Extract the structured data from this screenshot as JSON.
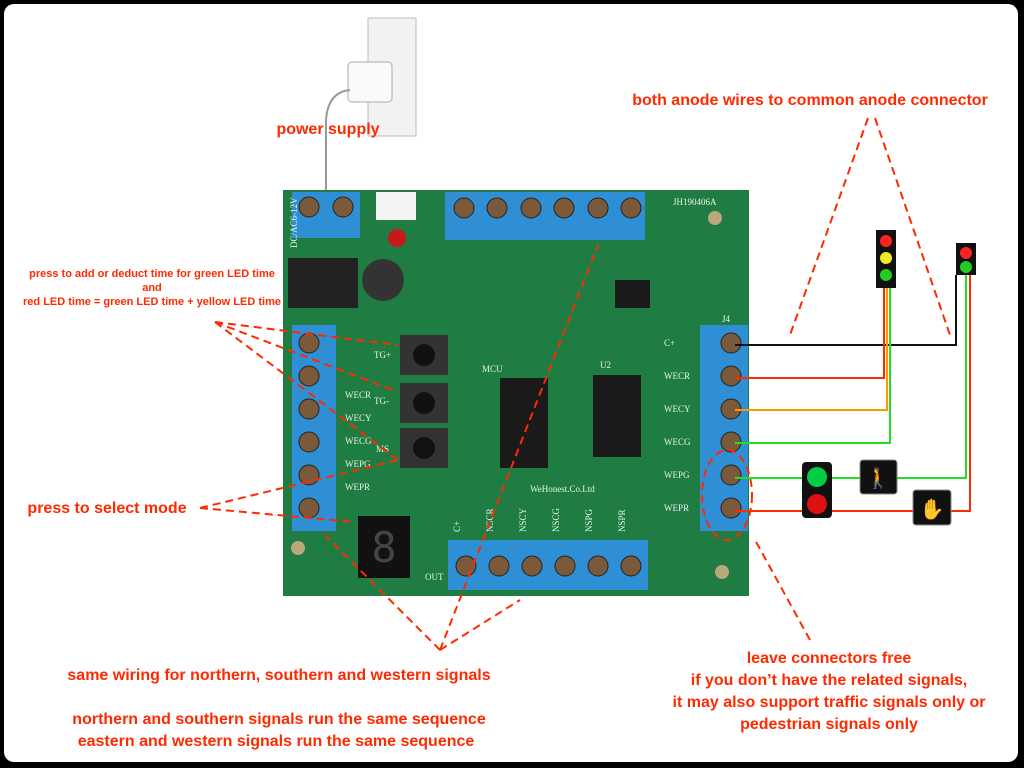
{
  "annotations": {
    "power_supply": "power supply",
    "anode": "both anode wires to common anode connector",
    "time_line1": "press to add or deduct time for green LED time",
    "time_line2": "and",
    "time_line3": "red LED time = green LED time + yellow LED time",
    "select_mode": "press to select mode",
    "same_wiring": "same wiring for northern, southern and western signals",
    "ns_sequence": "northern and southern signals run the same sequence",
    "ew_sequence": "eastern and western signals run the same sequence",
    "free_line1": "leave connectors free",
    "free_line2": "if you don’t have the related signals,",
    "free_line3": "it may also support traffic signals only or",
    "free_line4": "pedestrian signals only"
  },
  "board": {
    "model": "JH190406A",
    "maker": "WeHonest.Co.Ltd",
    "power_label": "DC/AC6-12V",
    "mcu": "MCU",
    "u2": "U2",
    "j4": "J4",
    "out": "OUT",
    "buttons": [
      "TG+",
      "TG-",
      "MS"
    ],
    "right_pins": [
      "C+",
      "WECR",
      "WECY",
      "WECG",
      "WEPG",
      "WEPR"
    ],
    "left_pins": [
      "WECR",
      "WECY",
      "WECG",
      "WEPG",
      "WEPR"
    ],
    "bottom_pins": [
      "C+",
      "NSCR",
      "NSCY",
      "NSCG",
      "NSPG",
      "NSPR"
    ],
    "display_digit": "8"
  },
  "colors": {
    "annotation": "#ff2a00",
    "pcb": "#1f7d43",
    "terminal": "#2f8fd4",
    "wire_black": "#111111",
    "wire_red": "#ff2a00",
    "wire_orange": "#ff9900",
    "wire_green": "#22dd22"
  }
}
